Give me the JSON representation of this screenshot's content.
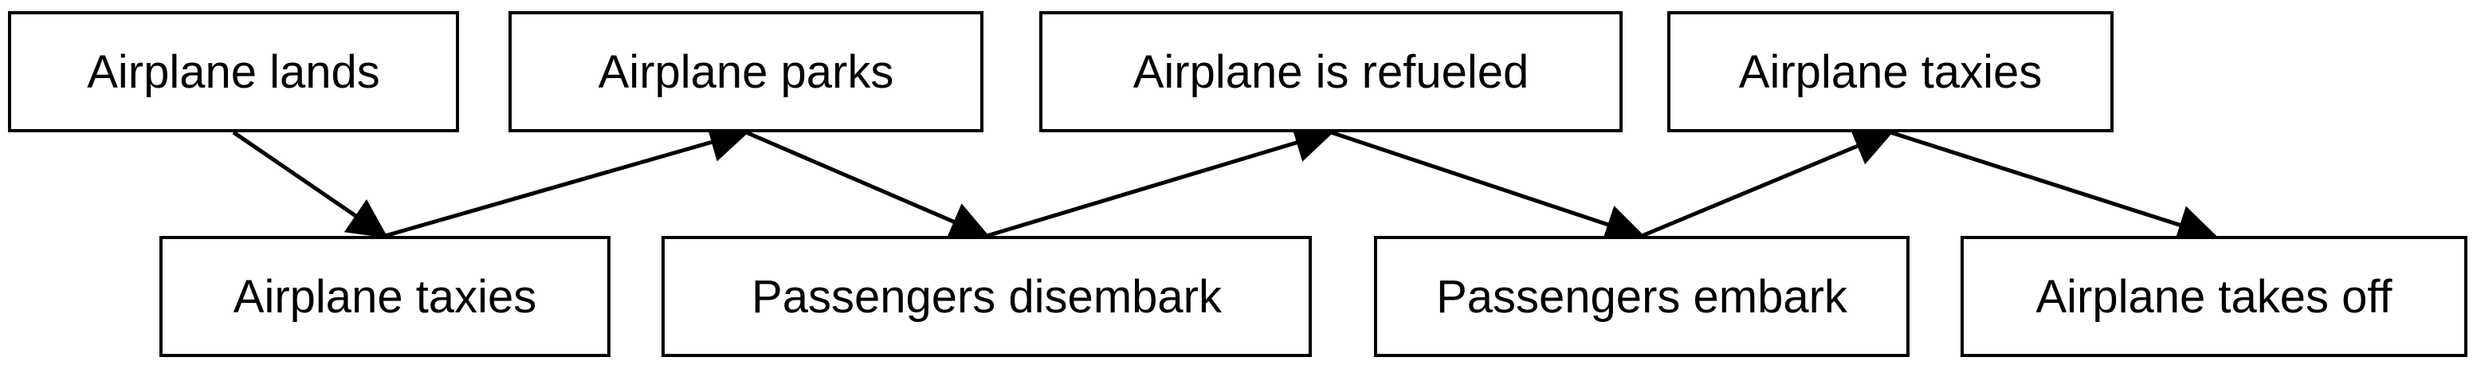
{
  "diagram": {
    "nodes": [
      {
        "id": "n1",
        "label": "Airplane lands"
      },
      {
        "id": "n2",
        "label": "Airplane parks"
      },
      {
        "id": "n3",
        "label": "Airplane is refueled"
      },
      {
        "id": "n4",
        "label": "Airplane taxies"
      },
      {
        "id": "n5",
        "label": "Airplane taxies"
      },
      {
        "id": "n6",
        "label": "Passengers disembark"
      },
      {
        "id": "n7",
        "label": "Passengers embark"
      },
      {
        "id": "n8",
        "label": "Airplane takes off"
      }
    ],
    "edges": [
      {
        "from": "n1",
        "to": "n5"
      },
      {
        "from": "n5",
        "to": "n2"
      },
      {
        "from": "n2",
        "to": "n6"
      },
      {
        "from": "n6",
        "to": "n3"
      },
      {
        "from": "n3",
        "to": "n7"
      },
      {
        "from": "n7",
        "to": "n4"
      },
      {
        "from": "n4",
        "to": "n8"
      }
    ],
    "line_color": "#000000"
  }
}
